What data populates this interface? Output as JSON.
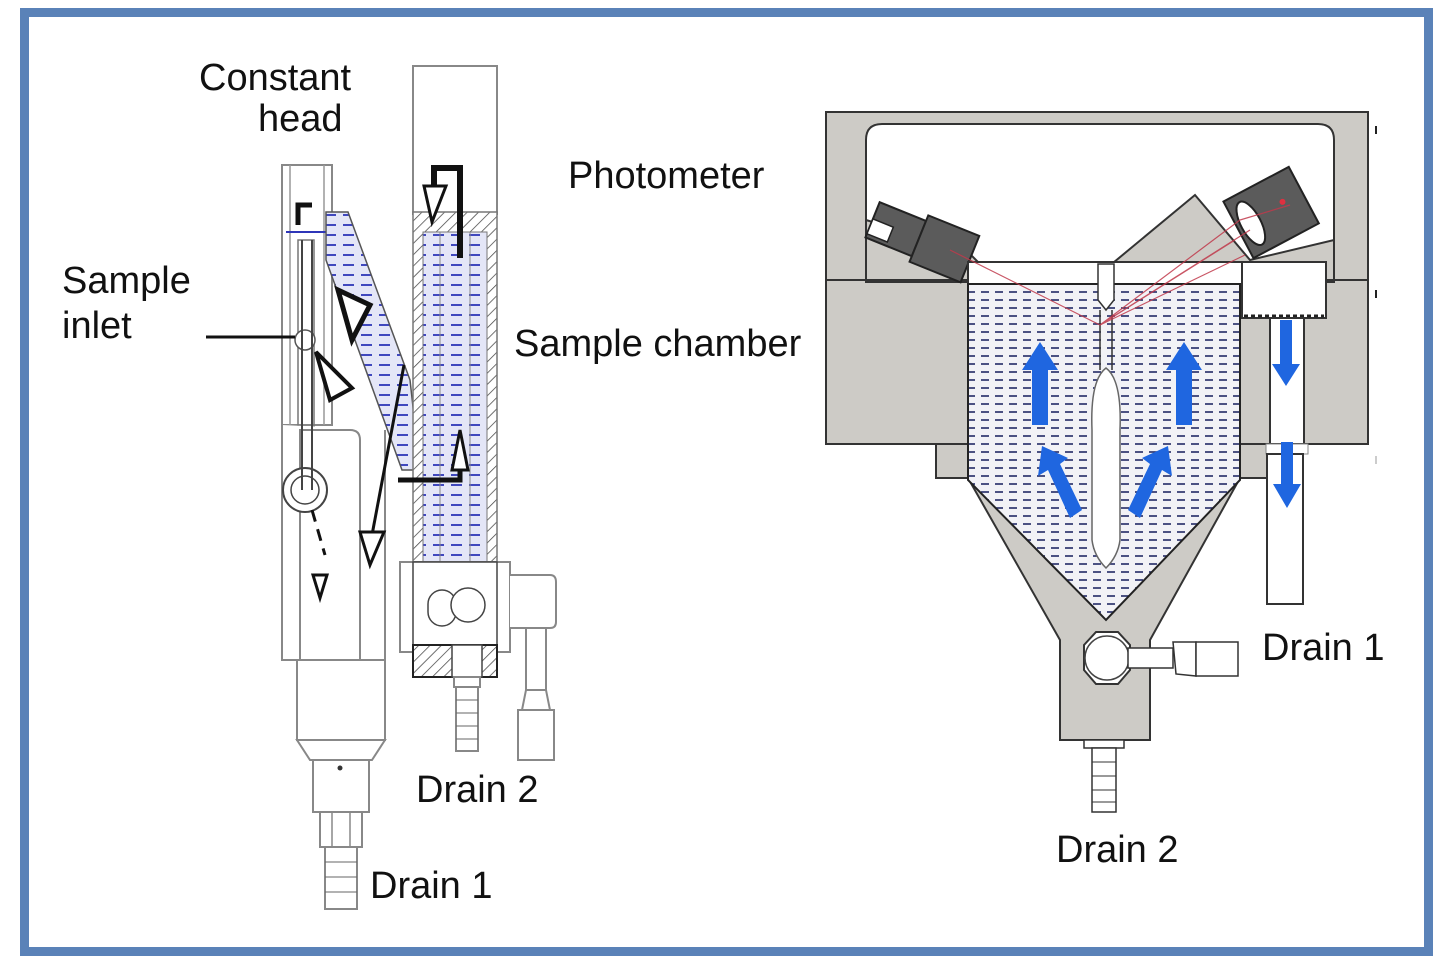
{
  "figure": {
    "border_color": "#5a82b8",
    "left_diagram": {
      "labels": {
        "constant_head_line1": "Constant",
        "constant_head_line2": "head",
        "sample_inlet_line1": "Sample",
        "sample_inlet_line2": "inlet",
        "photometer": "Photometer",
        "sample_chamber": "Sample chamber",
        "drain_2": "Drain 2",
        "drain_1": "Drain 1"
      }
    },
    "right_diagram": {
      "labels": {
        "drain_1": "Drain 1",
        "drain_2": "Drain 2"
      },
      "flow_arrow_color": "#1f66e0",
      "light_beam_color": "#c0394b",
      "body_color": "#cdcbc6"
    }
  }
}
